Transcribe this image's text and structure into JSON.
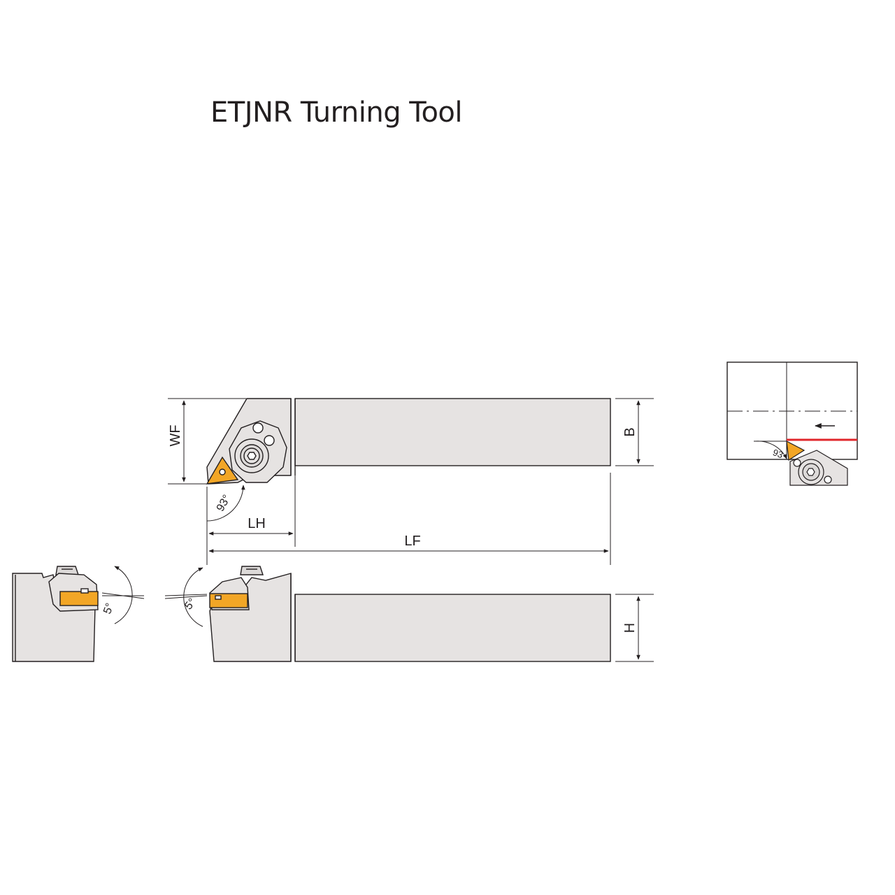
{
  "title": "ETJNR Turning Tool",
  "dimensions": {
    "wf": "WF",
    "b": "B",
    "lh": "LH",
    "lf": "LF",
    "h": "H"
  },
  "angles": {
    "approach": "93°",
    "inclination_front": "5°",
    "inclination_side": "5°",
    "approach_small": "93"
  },
  "colors": {
    "body": "#e6e3e2",
    "outline": "#231f20",
    "insert": "#f2a626",
    "workpiece_edge": "#e0262b"
  }
}
